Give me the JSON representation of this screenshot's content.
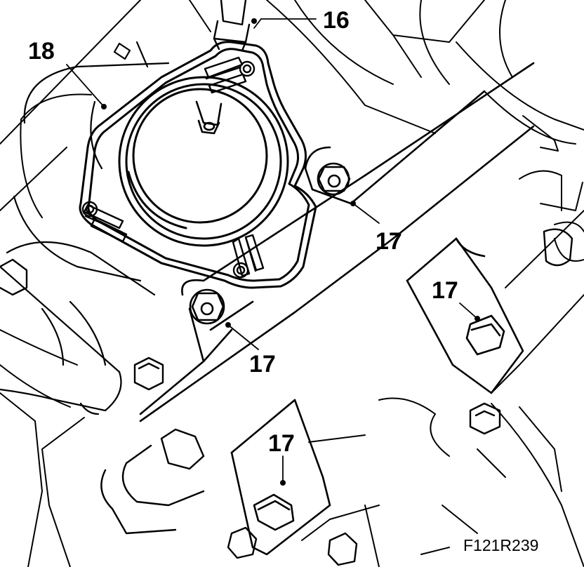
{
  "callouts": {
    "c16": "16",
    "c18": "18",
    "c17a": "17",
    "c17b": "17",
    "c17c": "17",
    "c17d": "17"
  },
  "figure_id": "F121R239",
  "colors": {
    "line": "#000000",
    "background": "#ffffff"
  }
}
